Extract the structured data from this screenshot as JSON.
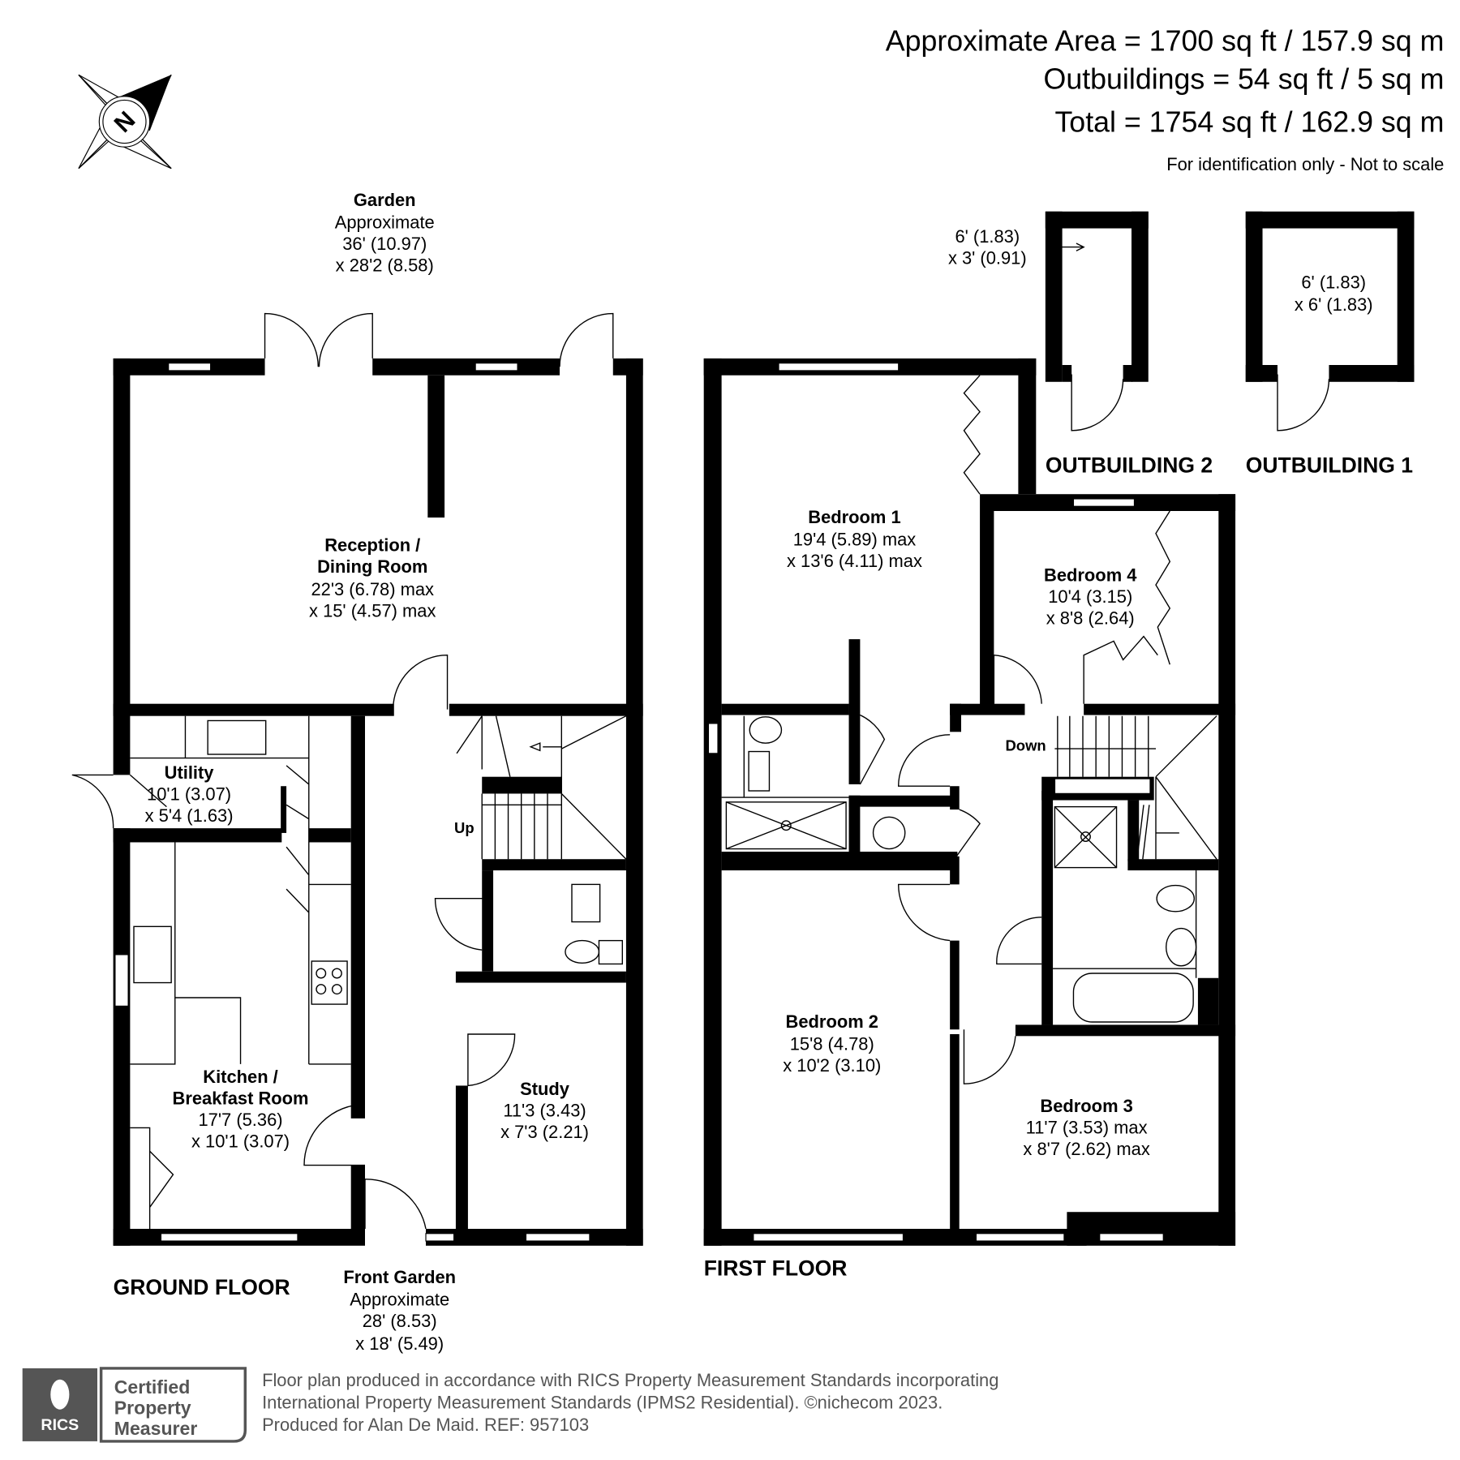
{
  "header": {
    "approx_area": "Approximate Area = 1700 sq ft / 157.9 sq m",
    "outbuildings": "Outbuildings = 54 sq ft / 5 sq m",
    "total": "Total = 1754 sq ft / 162.9 sq m",
    "disclaimer": "For identification only - Not to scale"
  },
  "compass": {
    "icon": "north-compass-icon",
    "letter": "N"
  },
  "ground_floor": {
    "label": "GROUND FLOOR",
    "garden": {
      "name": "Garden",
      "l1": "Approximate",
      "l2": "36' (10.97)",
      "l3": "x 28'2 (8.58)"
    },
    "front_garden": {
      "name": "Front Garden",
      "l1": "Approximate",
      "l2": "28' (8.53)",
      "l3": "x 18' (5.49)"
    },
    "reception": {
      "name1": "Reception /",
      "name2": "Dining Room",
      "d1": "22'3 (6.78) max",
      "d2": "x 15' (4.57) max"
    },
    "utility": {
      "name": "Utility",
      "d1": "10'1 (3.07)",
      "d2": "x 5'4 (1.63)"
    },
    "kitchen": {
      "name1": "Kitchen /",
      "name2": "Breakfast Room",
      "d1": "17'7 (5.36)",
      "d2": "x 10'1 (3.07)"
    },
    "study": {
      "name": "Study",
      "d1": "11'3 (3.43)",
      "d2": "x 7'3 (2.21)"
    },
    "stairs_label": "Up"
  },
  "first_floor": {
    "label": "FIRST FLOOR",
    "bedroom1": {
      "name": "Bedroom 1",
      "d1": "19'4 (5.89) max",
      "d2": "x 13'6 (4.11) max"
    },
    "bedroom2": {
      "name": "Bedroom 2",
      "d1": "15'8 (4.78)",
      "d2": "x 10'2 (3.10)"
    },
    "bedroom3": {
      "name": "Bedroom 3",
      "d1": "11'7 (3.53) max",
      "d2": "x 8'7 (2.62) max"
    },
    "bedroom4": {
      "name": "Bedroom 4",
      "d1": "10'4 (3.15)",
      "d2": "x 8'8 (2.64)"
    },
    "stairs_label": "Down"
  },
  "outbuilding1": {
    "label": "OUTBUILDING 1",
    "d1": "6' (1.83)",
    "d2": "x 6' (1.83)"
  },
  "outbuilding2": {
    "label": "OUTBUILDING 2",
    "d1": "6' (1.83)",
    "d2": "x 3' (0.91)"
  },
  "footer": {
    "badge_logo": "RICS",
    "badge_text": [
      "Certified",
      "Property",
      "Measurer"
    ],
    "line1": "Floor plan produced in accordance with RICS Property Measurement Standards incorporating",
    "line2": "International Property Measurement Standards (IPMS2 Residential).   ©nichecom 2023.",
    "line3": "Produced for Alan De Maid.   REF: 957103"
  },
  "colors": {
    "walls": "#000000",
    "footer_text": "#555555",
    "badge": "#555555"
  }
}
